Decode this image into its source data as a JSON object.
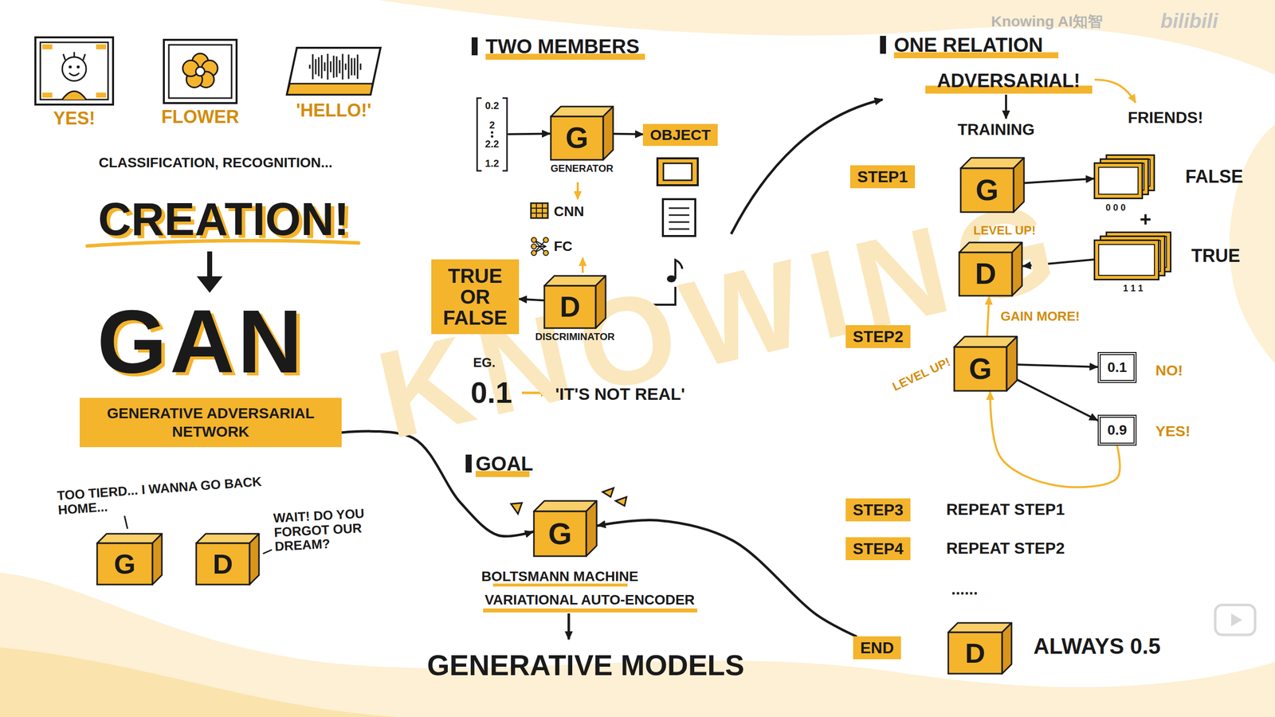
{
  "diagram": {
    "nodes": [
      {
        "text": [
          "YES!"
        ]
      },
      {
        "text": [
          "FLOWER"
        ]
      },
      {
        "text": [
          "'HELLO!'"
        ]
      },
      {
        "text": [
          "GENERATIVE ADVERSARIAL NETWORK"
        ]
      },
      {
        "text": [
          "G"
        ]
      },
      {
        "text": [
          "D"
        ]
      },
      {
        "text": [
          "0.2",
          "2",
          "2.2",
          "1.2"
        ]
      },
      {
        "text": [
          "G",
          "GENERATOR"
        ]
      },
      {
        "text": [
          "OBJECT"
        ]
      },
      {
        "text": [
          "TRUE OR FALSE"
        ]
      },
      {
        "text": [
          "D",
          "DISCRIMINATOR"
        ]
      },
      {
        "text": [
          "G"
        ]
      },
      {
        "text": [
          "STEP1"
        ]
      },
      {
        "text": [
          "G"
        ]
      },
      {
        "text": [
          "FALSE"
        ]
      },
      {
        "text": [
          "TRUE"
        ]
      },
      {
        "text": [
          "D"
        ]
      },
      {
        "text": [
          "STEP2"
        ]
      },
      {
        "text": [
          "G"
        ]
      },
      {
        "text": [
          "0.1"
        ]
      },
      {
        "text": [
          "0.9"
        ]
      },
      {
        "text": [
          "STEP3"
        ]
      },
      {
        "text": [
          "STEP4"
        ]
      },
      {
        "text": [
          "END"
        ]
      },
      {
        "text": [
          "D"
        ]
      }
    ],
    "edges": [
      {
        "from": 6,
        "to": 7,
        "arrow": "to"
      },
      {
        "from": 7,
        "to": 8,
        "arrow": "to"
      },
      {
        "from": 10,
        "to": 9,
        "arrow": "to"
      },
      {
        "from": 3,
        "to": 11,
        "arrow": "to"
      },
      {
        "from": 13,
        "to": 14,
        "arrow": "to"
      },
      {
        "from": 15,
        "to": 16,
        "arrow": "to"
      },
      {
        "from": 18,
        "to": 16,
        "label": "GAIN MORE!",
        "arrow": "to"
      },
      {
        "from": 18,
        "to": 19,
        "arrow": "to"
      },
      {
        "from": 18,
        "to": 20,
        "arrow": "to"
      },
      {
        "from": 20,
        "to": 18,
        "arrow": "to"
      },
      {
        "from": 23,
        "to": 11,
        "arrow": "to"
      }
    ],
    "labels": [
      "KNOWING",
      "Knowing AI知智",
      "bilibili",
      "CLASSIFICATION, RECOGNITION...",
      "CREATION!",
      "GAN",
      "TOO TIERD... I WANNA GO BACK HOME...",
      "WAIT! DO YOU FORGOT OUR DREAM?",
      "TWO MEMBERS",
      "CNN",
      "FC",
      "EG.",
      "0.1",
      "'IT'S NOT REAL'",
      "GOAL",
      "BOLTSMANN MACHINE",
      "VARIATIONAL AUTO-ENCODER",
      "GENERATIVE MODELS",
      "ONE RELATION",
      "ADVERSARIAL!",
      "TRAINING",
      "FRIENDS!",
      "LEVEL UP!",
      "0 0 0",
      "+",
      "1 1 1",
      "LEVEL UP!",
      "NO!",
      "YES!",
      "REPEAT STEP1",
      "REPEAT STEP2",
      "......",
      "ALWAYS 0.5"
    ]
  }
}
